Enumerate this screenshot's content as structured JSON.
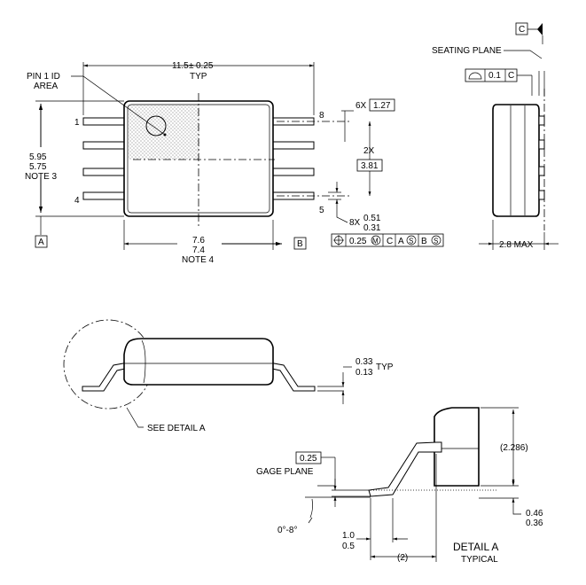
{
  "top_view": {
    "pin1_id_line1": "PIN 1 ID",
    "pin1_id_line2": "AREA",
    "length_dim": "11.5",
    "length_tol": "±",
    "length_tol_val": "0.25",
    "length_typ": "TYP",
    "height_max": "5.95",
    "height_min": "5.75",
    "height_note": "NOTE 3",
    "pin_1": "1",
    "pin_4": "4",
    "pin_5": "5",
    "pin_8": "8",
    "pitch_count": "6X",
    "pitch_value": "1.27",
    "span_count": "2X",
    "span_value": "3.81",
    "lead_width_count": "8X",
    "lead_width_max": "0.51",
    "lead_width_min": "0.31",
    "width_max": "7.6",
    "width_min": "7.4",
    "width_note": "NOTE 4",
    "datum_a": "A",
    "datum_b": "B",
    "fcf_position": "0.25",
    "fcf_mod_m": "M",
    "fcf_c": "C",
    "fcf_a": "A",
    "fcf_s1": "S",
    "fcf_b": "B",
    "fcf_s2": "S"
  },
  "side_view": {
    "datum_c": "C",
    "seating_plane": "SEATING PLANE",
    "flatness_value": "0.1",
    "flatness_datum": "C",
    "height_max": "2.8 MAX"
  },
  "front_view": {
    "thickness_max": "0.33",
    "thickness_min": "0.13",
    "thickness_typ": "TYP",
    "see_detail": "SEE DETAIL A"
  },
  "detail_a": {
    "gage_value": "0.25",
    "gage_plane": "GAGE PLANE",
    "standoff": "(2.286)",
    "foot_max": "0.46",
    "foot_min": "0.36",
    "angle": "0°-8°",
    "length_max": "1.0",
    "length_min": "0.5",
    "ref_length": "(2)",
    "title": "DETAIL A",
    "subtitle": "TYPICAL"
  }
}
